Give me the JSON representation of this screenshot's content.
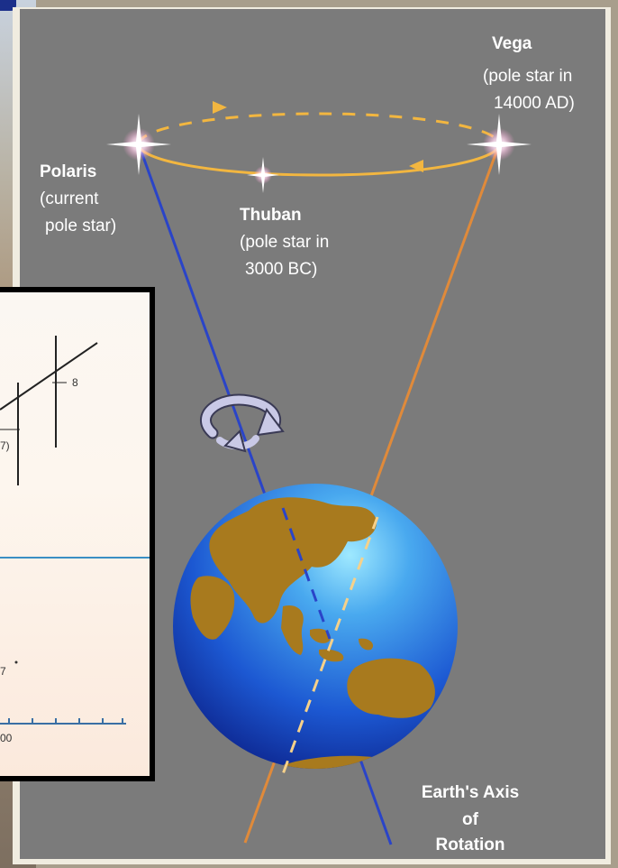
{
  "stars": {
    "vega": {
      "name": "Vega",
      "note_line1": "(pole star in",
      "note_line2": "14000 AD)"
    },
    "polaris": {
      "name": "Polaris",
      "note_line1": "(current",
      "note_line2": "pole star)"
    },
    "thuban": {
      "name": "Thuban",
      "note_line1": "(pole star in",
      "note_line2": "3000 BC)"
    }
  },
  "axis_label": {
    "line1": "Earth's Axis",
    "line2": "of",
    "line3": "Rotation"
  },
  "inset": {
    "label_8": "8",
    "label_7_paren": "7)",
    "label_7": "7",
    "label_00": "00"
  },
  "colors": {
    "panel_bg": "#7b7b7b",
    "polaris_axis": "#2a44c8",
    "vega_axis": "#e08a3a",
    "orbit": "#f2b640",
    "land": "#a87a1e",
    "ocean": "#1e5fd6",
    "inset_line": "#3a8fc4"
  }
}
